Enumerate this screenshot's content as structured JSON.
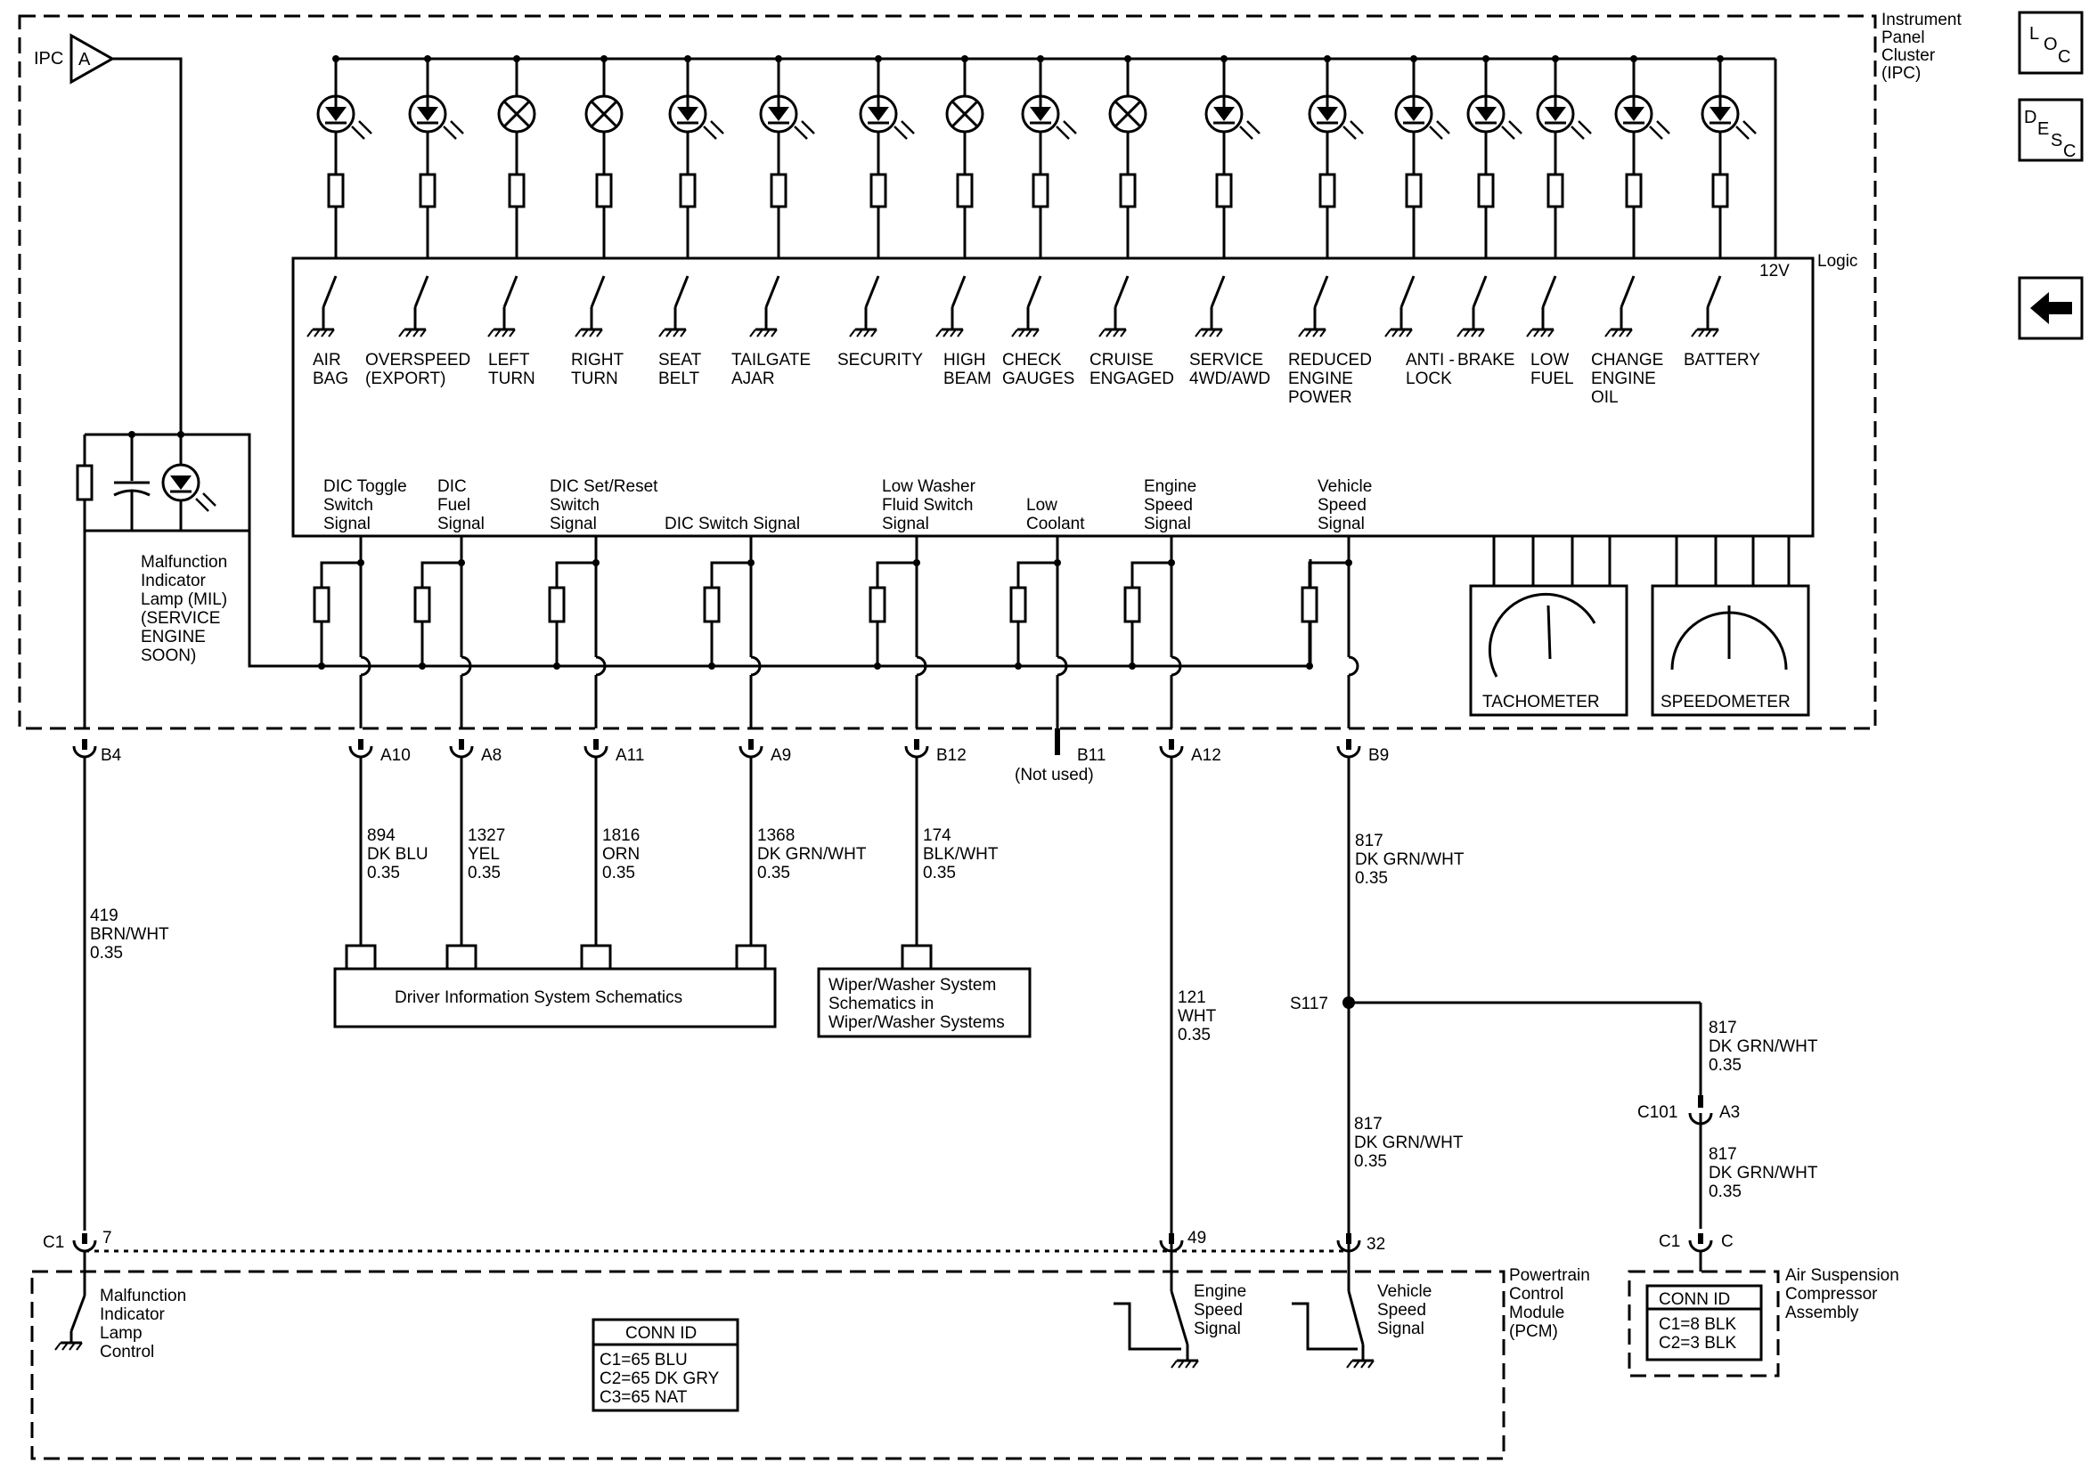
{
  "ipc": {
    "title_lines": [
      "Instrument",
      "Panel",
      "Cluster",
      "(IPC)"
    ],
    "ipc_label": "IPC",
    "connector_letter": "A",
    "logic_label": "Logic",
    "v12_label": "12V"
  },
  "nav": {
    "loc": [
      "L",
      "O",
      "C"
    ],
    "desc": [
      "D",
      "E",
      "S",
      "C"
    ],
    "back_arrow": "left-arrow-icon"
  },
  "indicators": [
    {
      "lines": [
        "AIR",
        "BAG"
      ],
      "type": "led"
    },
    {
      "lines": [
        "OVERSPEED",
        "(EXPORT)"
      ],
      "type": "led"
    },
    {
      "lines": [
        "LEFT",
        "TURN"
      ],
      "type": "bulb"
    },
    {
      "lines": [
        "RIGHT",
        "TURN"
      ],
      "type": "bulb"
    },
    {
      "lines": [
        "SEAT",
        "BELT"
      ],
      "type": "led"
    },
    {
      "lines": [
        "TAILGATE",
        "AJAR"
      ],
      "type": "led"
    },
    {
      "lines": [
        "SECURITY"
      ],
      "type": "led"
    },
    {
      "lines": [
        "HIGH",
        "BEAM"
      ],
      "type": "bulb"
    },
    {
      "lines": [
        "CHECK",
        "GAUGES"
      ],
      "type": "led"
    },
    {
      "lines": [
        "CRUISE",
        "ENGAGED"
      ],
      "type": "bulb"
    },
    {
      "lines": [
        "SERVICE",
        "4WD/AWD"
      ],
      "type": "led"
    },
    {
      "lines": [
        "REDUCED",
        "ENGINE",
        "POWER"
      ],
      "type": "led"
    },
    {
      "lines": [
        "ANTI -",
        "LOCK"
      ],
      "type": "led"
    },
    {
      "lines": [
        "BRAKE"
      ],
      "type": "led"
    },
    {
      "lines": [
        "LOW",
        "FUEL"
      ],
      "type": "led"
    },
    {
      "lines": [
        "CHANGE",
        "ENGINE",
        "OIL"
      ],
      "type": "led"
    },
    {
      "lines": [
        "BATTERY"
      ],
      "type": "led"
    }
  ],
  "mil": {
    "lines": [
      "Malfunction",
      "Indicator",
      "Lamp (MIL)",
      "(SERVICE",
      "ENGINE",
      "SOON)"
    ]
  },
  "signals": [
    {
      "lines": [
        "DIC Toggle",
        "Switch",
        "Signal"
      ],
      "pin": "A10",
      "wire": [
        "894",
        "DK BLU",
        "0.35"
      ]
    },
    {
      "lines": [
        "DIC",
        "Fuel",
        "Signal"
      ],
      "pin": "A8",
      "wire": [
        "1327",
        "YEL",
        "0.35"
      ]
    },
    {
      "lines": [
        "DIC Set/Reset",
        "Switch",
        "Signal"
      ],
      "pin": "A11",
      "wire": [
        "1816",
        "ORN",
        "0.35"
      ]
    },
    {
      "lines": [
        "DIC Switch Signal"
      ],
      "pin": "A9",
      "wire": [
        "1368",
        "DK GRN/WHT",
        "0.35"
      ]
    },
    {
      "lines": [
        "Low Washer",
        "Fluid Switch",
        "Signal"
      ],
      "pin": "B12",
      "wire": [
        "174",
        "BLK/WHT",
        "0.35"
      ]
    },
    {
      "lines": [
        "Low",
        "Coolant"
      ],
      "pin": "B11",
      "wire": [
        "(Not used)"
      ]
    },
    {
      "lines": [
        "Engine",
        "Speed",
        "Signal"
      ],
      "pin": "A12",
      "wire": [
        "121",
        "WHT",
        "0.35"
      ]
    },
    {
      "lines": [
        "Vehicle",
        "Speed",
        "Signal"
      ],
      "pin": "B9",
      "wire": [
        "817",
        "DK GRN/WHT",
        "0.35"
      ]
    }
  ],
  "mil_pin": {
    "pin": "B4",
    "wire": [
      "419",
      "BRN/WHT",
      "0.35"
    ]
  },
  "gauges": {
    "tach": "TACHOMETER",
    "speedo": "SPEEDOMETER"
  },
  "schematics": {
    "driver_info": "Driver Information System Schematics",
    "wiper": [
      "Wiper/Washer System",
      "Schematics in",
      "Wiper/Washer Systems"
    ]
  },
  "splice": {
    "name": "S117",
    "wire_down": [
      "817",
      "DK GRN/WHT",
      "0.35"
    ],
    "wire_right": [
      "817",
      "DK GRN/WHT",
      "0.35"
    ],
    "wire_after_c101": [
      "817",
      "DK GRN/WHT",
      "0.35"
    ]
  },
  "c101": {
    "name": "C101",
    "pin": "A3"
  },
  "pcm": {
    "title": [
      "Powertrain",
      "Control",
      "Module",
      "(PCM)"
    ],
    "c1": "C1",
    "pin_mil": "7",
    "pin_eng": "49",
    "pin_veh": "32",
    "mil_ctrl": [
      "Malfunction",
      "Indicator",
      "Lamp",
      "Control"
    ],
    "eng_sig": [
      "Engine",
      "Speed",
      "Signal"
    ],
    "veh_sig": [
      "Vehicle",
      "Speed",
      "Signal"
    ],
    "conn_title": "CONN ID",
    "conn_lines": [
      "C1=65 BLU",
      "C2=65 DK GRY",
      "C3=65 NAT"
    ]
  },
  "air_susp": {
    "title": [
      "Air Suspension",
      "Compressor",
      "Assembly"
    ],
    "c1": "C1",
    "pin": "C",
    "conn_title": "CONN ID",
    "conn_lines": [
      "C1=8 BLK",
      "C2=3 BLK"
    ]
  }
}
